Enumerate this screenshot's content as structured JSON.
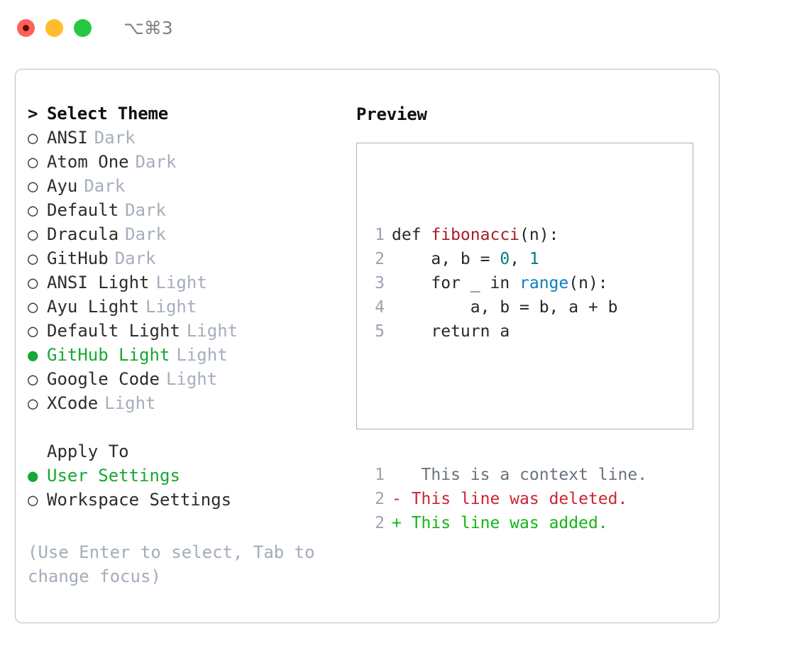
{
  "titlebar": {
    "shortcut": "⌥⌘3",
    "buttons": [
      {
        "name": "close",
        "color": "#ff6159"
      },
      {
        "name": "minimize",
        "color": "#ffbd2e"
      },
      {
        "name": "maximize",
        "color": "#25c840"
      }
    ]
  },
  "theme_list": {
    "header": {
      "caret": ">",
      "label": "Select Theme"
    },
    "items": [
      {
        "marker": "○",
        "label": "ANSI",
        "tag": "Dark",
        "selected": false
      },
      {
        "marker": "○",
        "label": "Atom One",
        "tag": "Dark",
        "selected": false
      },
      {
        "marker": "○",
        "label": "Ayu",
        "tag": "Dark",
        "selected": false
      },
      {
        "marker": "○",
        "label": "Default",
        "tag": "Dark",
        "selected": false
      },
      {
        "marker": "○",
        "label": "Dracula",
        "tag": "Dark",
        "selected": false
      },
      {
        "marker": "○",
        "label": "GitHub",
        "tag": "Dark",
        "selected": false
      },
      {
        "marker": "○",
        "label": "ANSI Light",
        "tag": "Light",
        "selected": false
      },
      {
        "marker": "○",
        "label": "Ayu Light",
        "tag": "Light",
        "selected": false
      },
      {
        "marker": "○",
        "label": "Default Light",
        "tag": "Light",
        "selected": false
      },
      {
        "marker": "●",
        "label": "GitHub Light",
        "tag": "Light",
        "selected": true
      },
      {
        "marker": "○",
        "label": "Google Code",
        "tag": "Light",
        "selected": false
      },
      {
        "marker": "○",
        "label": "XCode",
        "tag": "Light",
        "selected": false
      }
    ]
  },
  "apply_to": {
    "header": "Apply To",
    "items": [
      {
        "marker": "●",
        "label": "User Settings",
        "selected": true
      },
      {
        "marker": "○",
        "label": "Workspace Settings",
        "selected": false
      }
    ]
  },
  "hint": "(Use Enter to select, Tab to change focus)",
  "preview": {
    "title": "Preview",
    "code_lines": [
      {
        "lineno": "1",
        "tokens": [
          {
            "text": "def ",
            "kind": "plain"
          },
          {
            "text": "fibonacci",
            "kind": "func"
          },
          {
            "text": "(n):",
            "kind": "plain"
          }
        ]
      },
      {
        "lineno": "2",
        "tokens": [
          {
            "text": "    a, b = ",
            "kind": "plain"
          },
          {
            "text": "0",
            "kind": "num"
          },
          {
            "text": ", ",
            "kind": "plain"
          },
          {
            "text": "1",
            "kind": "num"
          }
        ]
      },
      {
        "lineno": "3",
        "tokens": [
          {
            "text": "    for _ in ",
            "kind": "plain"
          },
          {
            "text": "range",
            "kind": "call"
          },
          {
            "text": "(n):",
            "kind": "plain"
          }
        ]
      },
      {
        "lineno": "4",
        "tokens": [
          {
            "text": "        a, b = b, a + b",
            "kind": "plain"
          }
        ]
      },
      {
        "lineno": "5",
        "tokens": [
          {
            "text": "    return a",
            "kind": "plain"
          }
        ]
      }
    ],
    "diff_lines": [
      {
        "lineno": "1",
        "marker": " ",
        "text": "  This is a context line.",
        "kind": "ctx"
      },
      {
        "lineno": "2",
        "marker": "-",
        "text": " This line was deleted.",
        "kind": "del"
      },
      {
        "lineno": "2",
        "marker": "+",
        "text": " This line was added.",
        "kind": "add"
      }
    ]
  },
  "colors": {
    "accent_green": "#16a833",
    "muted_tag": "#a5aebd",
    "border": "#b9c1cc",
    "preview_border": "#a7b1c0",
    "hint": "#a3acbb",
    "code_func": "#a71d25",
    "code_num": "#007d82",
    "code_call": "#0b7ec0",
    "diff_del": "#cb2431",
    "diff_add": "#16b417",
    "diff_ctx": "#6a737d"
  }
}
